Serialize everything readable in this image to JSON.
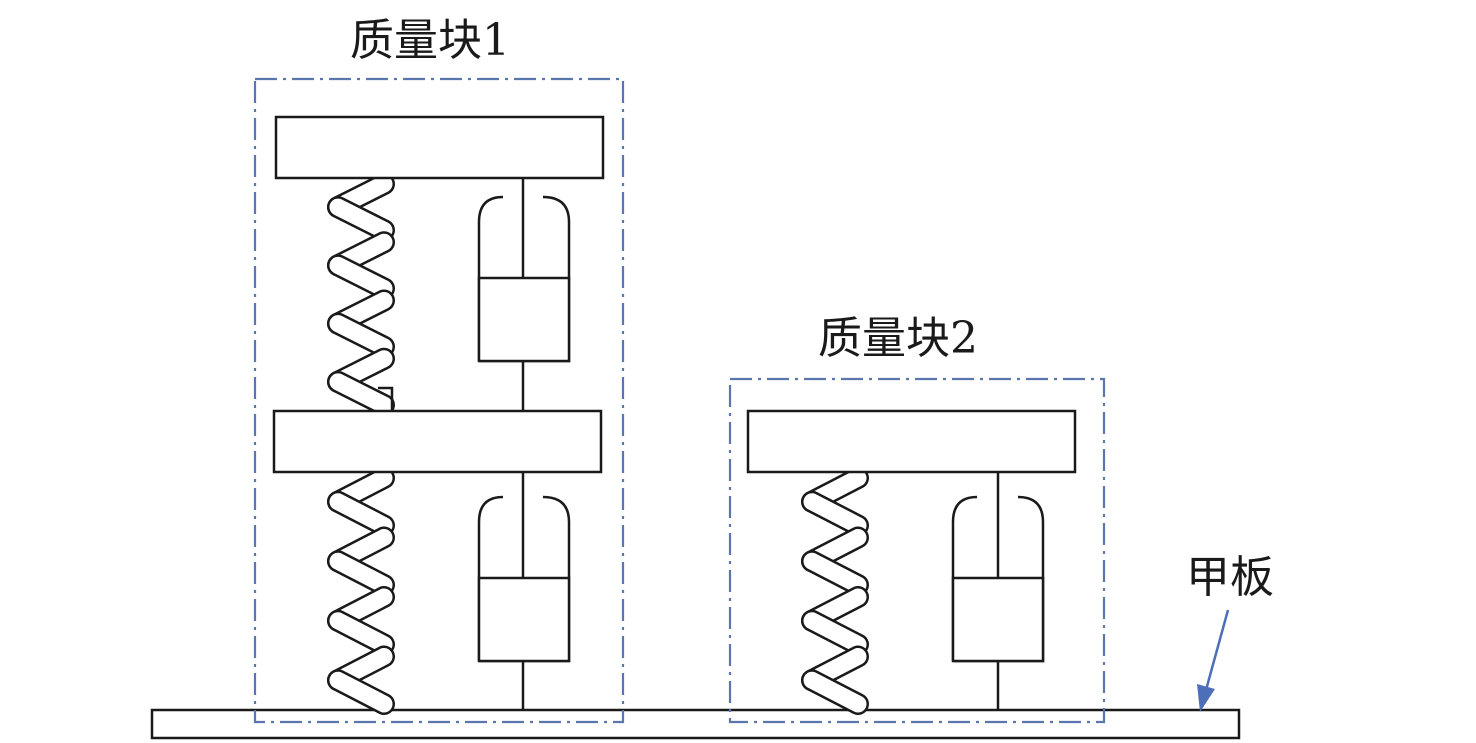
{
  "labels": {
    "mass_block_1": "质量块1",
    "mass_block_2": "质量块2",
    "deck_plate": "甲板"
  },
  "colors": {
    "line": "#1a1a1a",
    "group_box": "#5a76ad",
    "arrow": "#4d6fb8"
  }
}
